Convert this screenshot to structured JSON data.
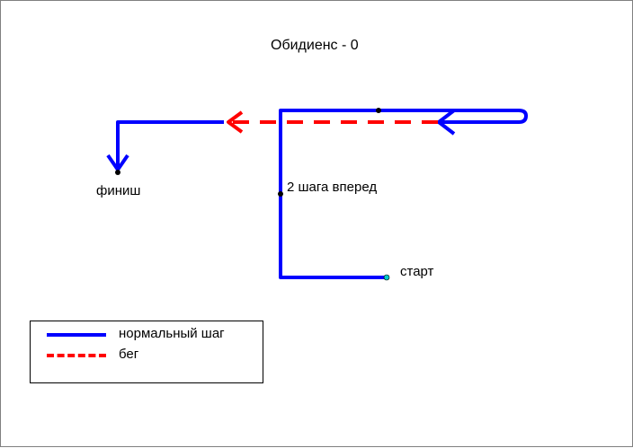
{
  "diagram": {
    "title": "Обидиенс - 0",
    "labels": {
      "finish": "финиш",
      "two_steps": "2 шага вперед",
      "start": "старт"
    },
    "legend": {
      "normal": "нормальный шаг",
      "run": "бег"
    },
    "colors": {
      "normal": "#0000ff",
      "run": "#ff0000",
      "point": "#000000",
      "start_point": "#00c8c8"
    }
  }
}
